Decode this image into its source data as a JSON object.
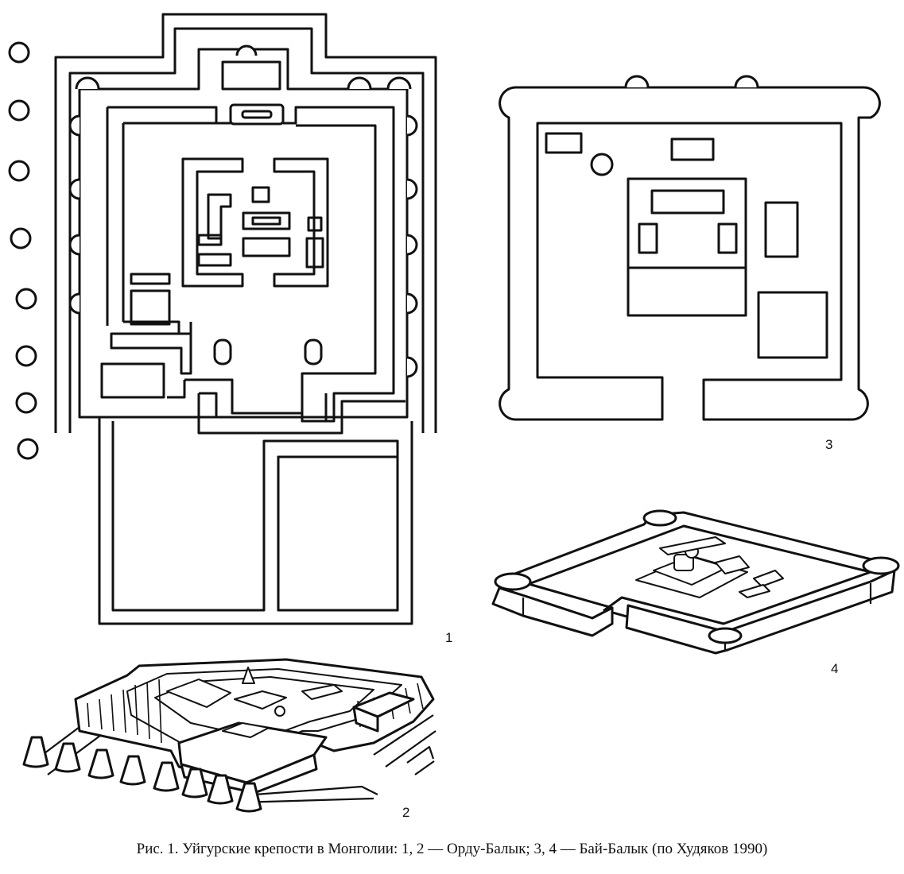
{
  "figure": {
    "labels": [
      "1",
      "2",
      "3",
      "4"
    ],
    "caption": "Рис. 1. Уйгурские крепости в Монголии: 1, 2 — Орду-Балык; 3, 4 — Бай-Балык (по Худяков 1990)"
  }
}
